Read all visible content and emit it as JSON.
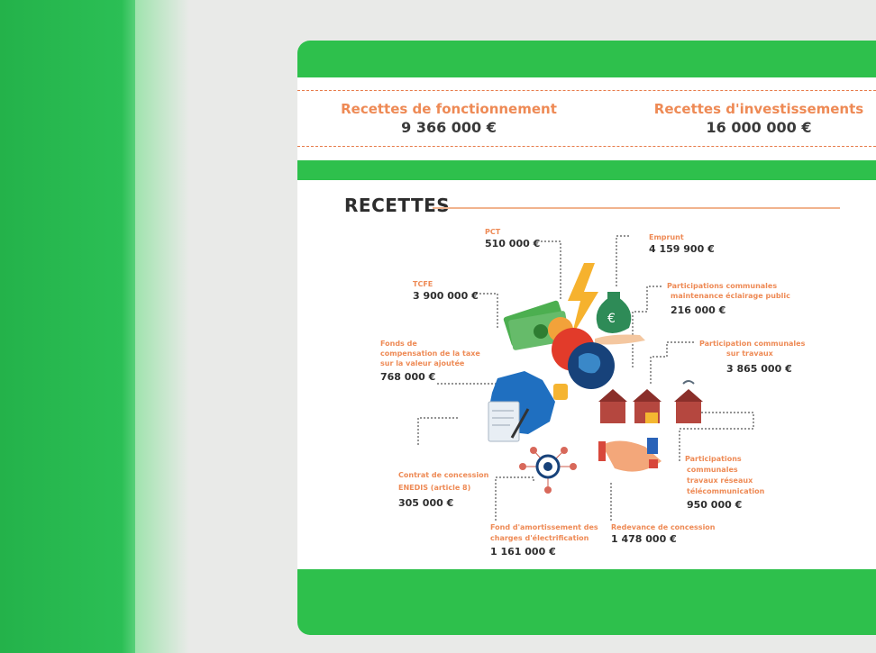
{
  "summary": {
    "fonctionnement_label": "Recettes de fonctionnement",
    "fonctionnement_value": "9 366 000 €",
    "investissements_label": "Recettes d'investissements",
    "investissements_value": "16 000 000 €"
  },
  "section_title": "RECETTES",
  "items": {
    "pct_label": "PCT",
    "pct_value": "510 000 €",
    "emprunt_label": "Emprunt",
    "emprunt_value": "4 159 900 €",
    "tcfe_label": "TCFE",
    "tcfe_value": "3 900 000 €",
    "maint_label_1": "Participations communales",
    "maint_label_2": "maintenance éclairage public",
    "maint_value": "216 000 €",
    "fctva_label_1": "Fonds de",
    "fctva_label_2": "compensation de la taxe",
    "fctva_label_3": "sur la valeur ajoutée",
    "fctva_value": "768 000 €",
    "travaux_label_1": "Participation communales",
    "travaux_label_2": "sur travaux",
    "travaux_value": "3 865 000 €",
    "contrat_label_1": "Contrat de concession",
    "contrat_label_2": "ENEDIS (article 8)",
    "contrat_value": "305 000 €",
    "telecom_label_1": "Participations",
    "telecom_label_2": "communales",
    "telecom_label_3": "travaux réseaux",
    "telecom_label_4": "télécommunication",
    "telecom_value": "950 000 €",
    "fond_label_1": "Fond d'amortissement des",
    "fond_label_2": "charges d'électrification",
    "fond_value": "1 161 000 €",
    "redevance_label": "Redevance de concession",
    "redevance_value": "1 478 000 €"
  },
  "colors": {
    "green": "#2ec04c",
    "orange": "#ee8a55",
    "dark_text": "#2e2e2e"
  }
}
